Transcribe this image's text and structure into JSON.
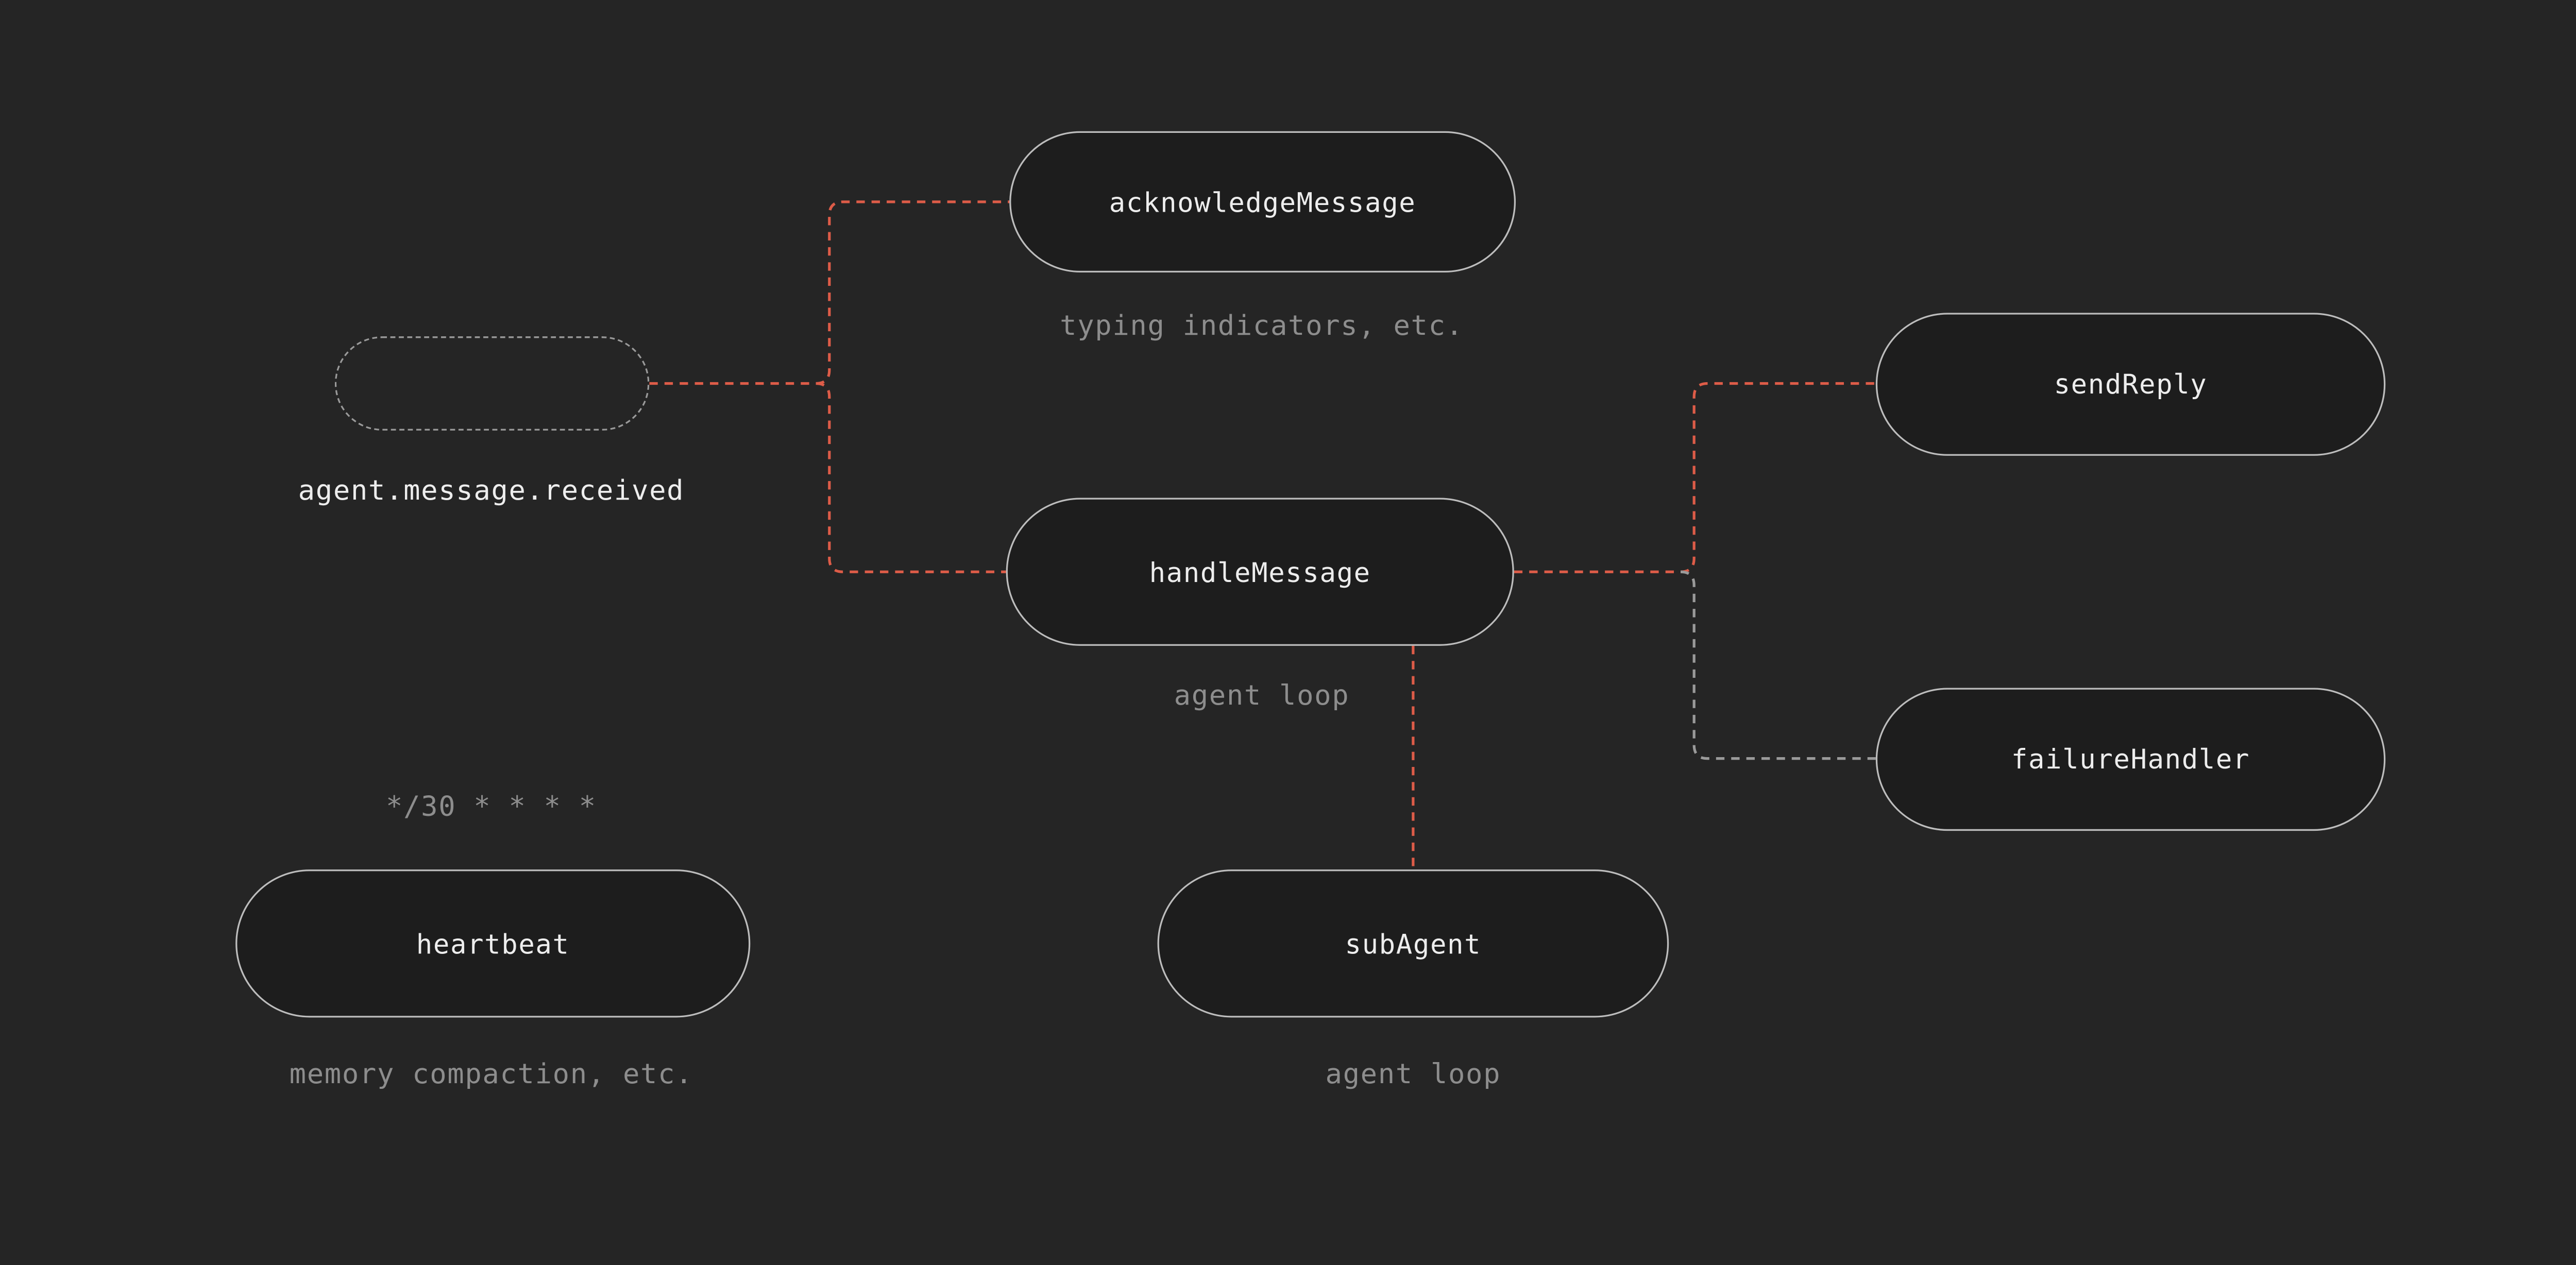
{
  "colors": {
    "background": "#252525",
    "node_fill": "#1d1d1d",
    "node_border": "#bdbdbd",
    "dashed_node_border": "#9a9a9a",
    "red_link": "#dd5c48",
    "gray_link": "#9a9a9a",
    "label_text": "#ededed",
    "caption_text": "#8d8d8d"
  },
  "nodes": {
    "trigger": {
      "label": "",
      "caption": "agent.message.received"
    },
    "acknowledgeMessage": {
      "label": "acknowledgeMessage",
      "caption": "typing indicators, etc."
    },
    "handleMessage": {
      "label": "handleMessage",
      "caption": "agent loop"
    },
    "sendReply": {
      "label": "sendReply"
    },
    "failureHandler": {
      "label": "failureHandler"
    },
    "heartbeat": {
      "label": "heartbeat",
      "caption_above": "*/30 * * * *",
      "caption": "memory compaction, etc."
    },
    "subAgent": {
      "label": "subAgent",
      "caption": "agent loop"
    }
  },
  "edges": [
    {
      "from": "agent.message.received",
      "to": "acknowledgeMessage",
      "color": "red"
    },
    {
      "from": "agent.message.received",
      "to": "handleMessage",
      "color": "red"
    },
    {
      "from": "handleMessage",
      "to": "sendReply",
      "color": "red"
    },
    {
      "from": "handleMessage",
      "to": "failureHandler",
      "color": "gray"
    },
    {
      "from": "handleMessage",
      "to": "subAgent",
      "color": "red"
    }
  ]
}
